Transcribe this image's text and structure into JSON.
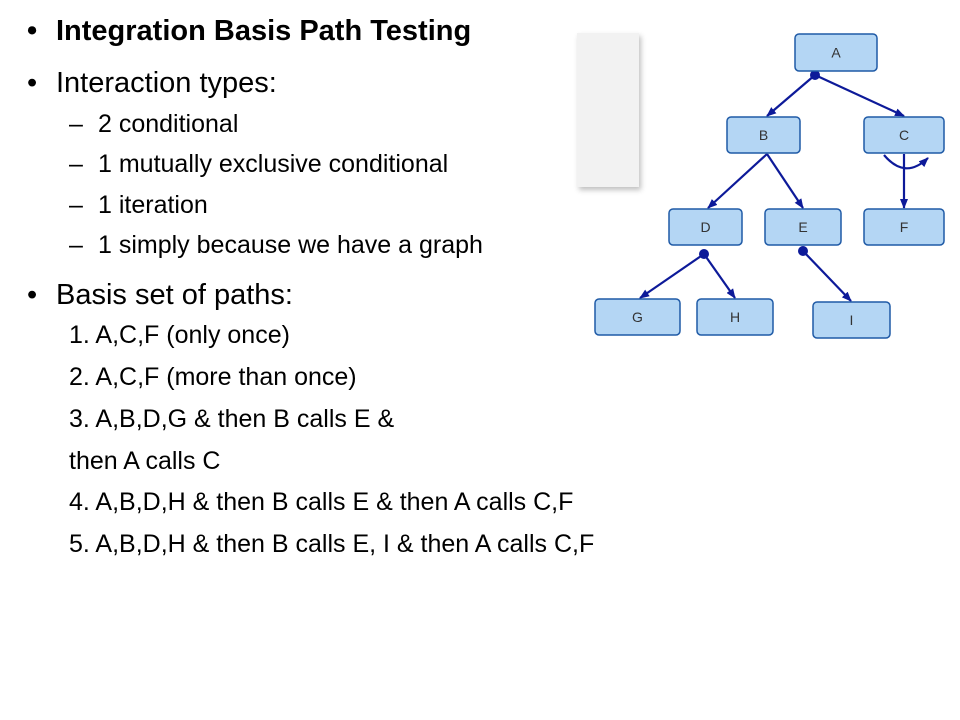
{
  "bullets": {
    "title": "Integration Basis Path Testing",
    "interaction_heading": "Interaction types:",
    "interaction_items": [
      "2 conditional",
      "1 mutually exclusive conditional",
      "1 iteration",
      "1 simply because we have a graph"
    ],
    "basis_heading": "Basis set of paths:",
    "paths": [
      "1. A,C,F (only once)",
      "2. A,C,F (more than once)",
      "3. A,B,D,G & then B calls E &",
      "then A calls C",
      "4. A,B,D,H & then B calls E & then A calls C,F",
      "5. A,B,D,H & then B calls E, I & then A calls C,F"
    ]
  },
  "glyphs": {
    "bullet": "•",
    "dash": "–"
  },
  "graph": {
    "node_fill": "#b4d6f4",
    "node_stroke": "#1f5aa6",
    "edge_color": "#0d1a99",
    "nodes": [
      {
        "id": "A",
        "label": "A"
      },
      {
        "id": "B",
        "label": "B"
      },
      {
        "id": "C",
        "label": "C"
      },
      {
        "id": "D",
        "label": "D"
      },
      {
        "id": "E",
        "label": "E"
      },
      {
        "id": "F",
        "label": "F"
      },
      {
        "id": "G",
        "label": "G"
      },
      {
        "id": "H",
        "label": "H"
      },
      {
        "id": "I",
        "label": "I"
      }
    ],
    "edges": [
      {
        "from": "A",
        "to": "B"
      },
      {
        "from": "A",
        "to": "C"
      },
      {
        "from": "B",
        "to": "D"
      },
      {
        "from": "B",
        "to": "E"
      },
      {
        "from": "C",
        "to": "F"
      },
      {
        "from": "D",
        "to": "G"
      },
      {
        "from": "D",
        "to": "H"
      },
      {
        "from": "E",
        "to": "I"
      }
    ]
  }
}
